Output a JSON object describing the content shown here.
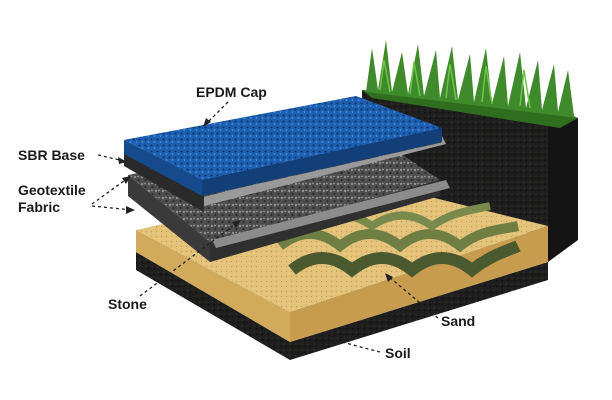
{
  "labels": {
    "epdm_cap": "EPDM Cap",
    "sbr_base": "SBR Base",
    "geotextile_line1": "Geotextile",
    "geotextile_line2": "Fabric",
    "stone": "Stone",
    "sand": "Sand",
    "soil": "Soil"
  },
  "colors": {
    "epdm": "#1d5fb0",
    "sbr": "#3a3a3a",
    "stone": "#5b5b5b",
    "fabric": "#8c8c8c",
    "sand": "#e3c27a",
    "soil": "#1e1e1e",
    "grid": "#4a5a2e",
    "grass": "#3f8a2a",
    "leader": "#222222"
  }
}
